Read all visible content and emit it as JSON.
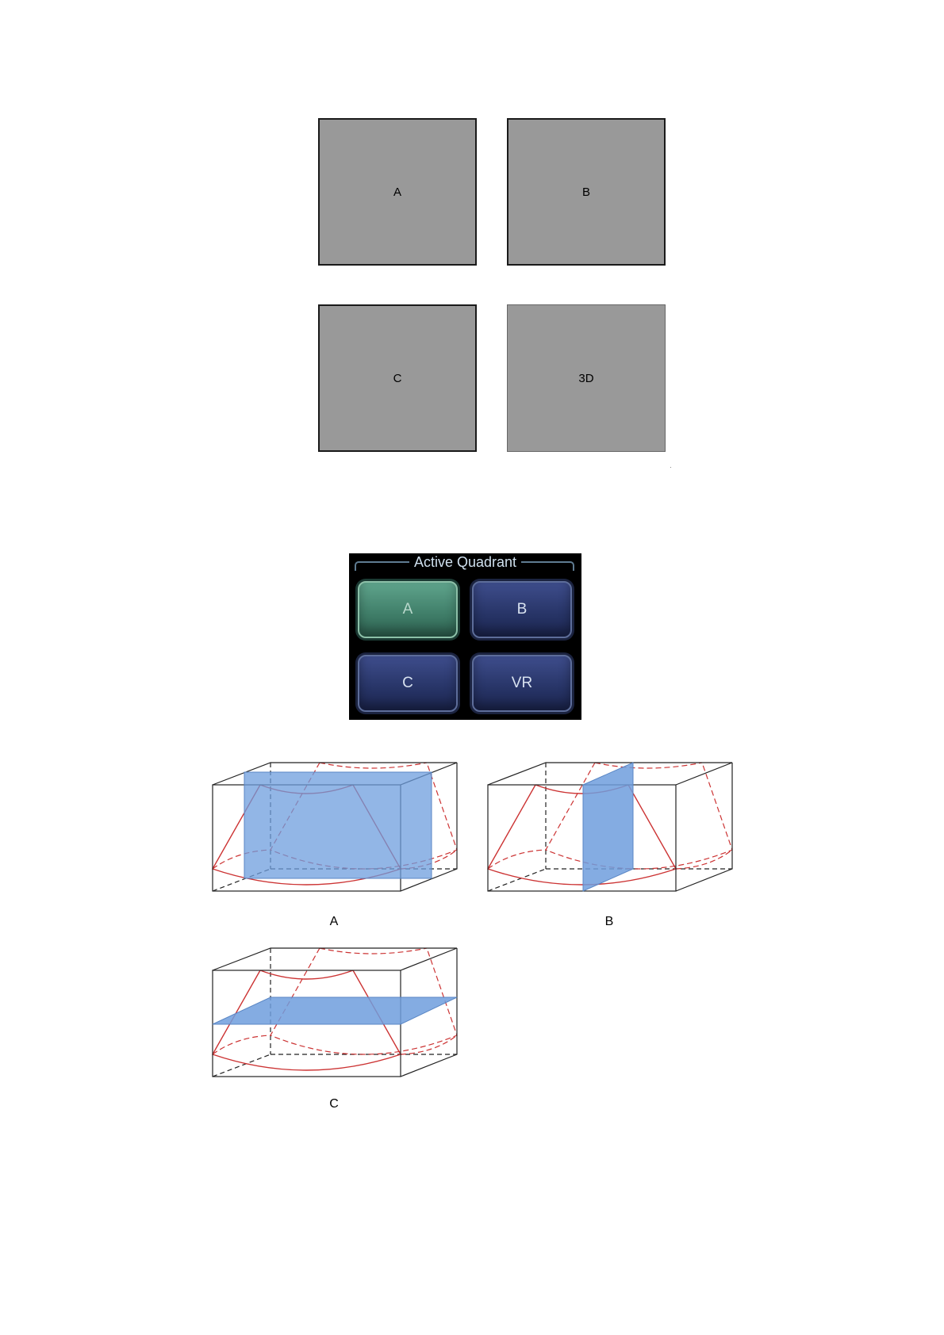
{
  "quadrants": [
    {
      "label": "A"
    },
    {
      "label": "B"
    },
    {
      "label": "C"
    },
    {
      "label": "3D"
    }
  ],
  "active_quadrant": {
    "title": "Active Quadrant",
    "buttons": [
      {
        "label": "A",
        "state": "active",
        "color": "#4f9480"
      },
      {
        "label": "B",
        "state": "inactive",
        "color": "#2f3d78"
      },
      {
        "label": "C",
        "state": "inactive",
        "color": "#2f3d78"
      },
      {
        "label": "VR",
        "state": "inactive",
        "color": "#2f3d78"
      }
    ]
  },
  "planes": [
    {
      "caption": "A",
      "plane": "front-back (A plane)"
    },
    {
      "caption": "B",
      "plane": "left-right (B plane)"
    },
    {
      "caption": "C",
      "plane": "horizontal (C plane)"
    }
  ],
  "colors": {
    "plane_fill": "#6e9ddd",
    "sector_line": "#cc3333",
    "box_line": "#222222"
  }
}
